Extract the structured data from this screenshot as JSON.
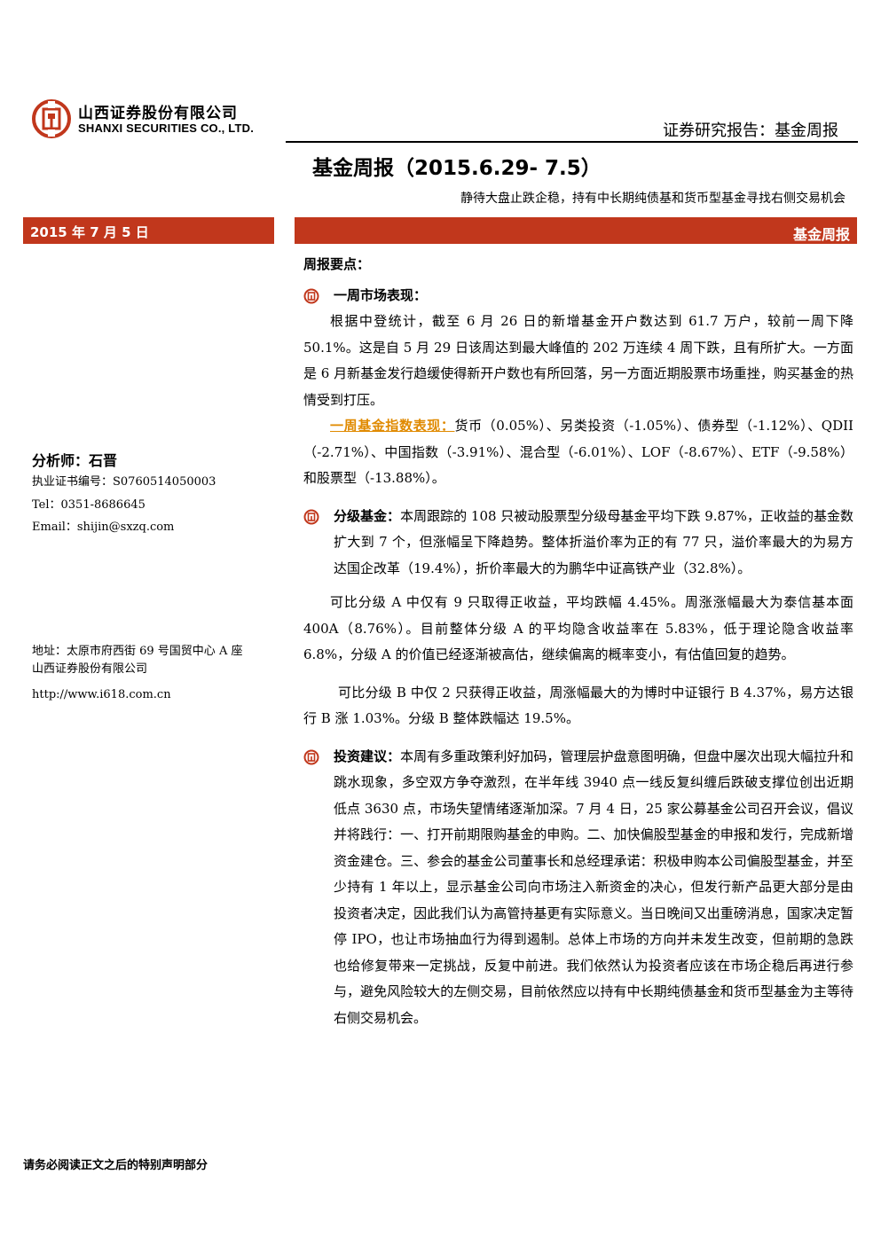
{
  "header": {
    "company_cn": "山西证券股份有限公司",
    "company_en": "SHANXI SECURITIES CO., LTD.",
    "report_type": "证券研究报告：基金周报"
  },
  "title": {
    "main": "基金周报（2015.6.29- 7.5）",
    "subtitle": "静待大盘止跌企稳，持有中长期纯债基和货币型基金寻找右侧交易机会"
  },
  "date_bar": {
    "date": "2015 年 7 月 5 日",
    "label": "基金周报"
  },
  "sidebar": {
    "analyst": "分析师：石晋",
    "cert": "执业证书编号：S0760514050003",
    "tel": "Tel：0351-8686645",
    "email": "Email：shijin@sxzq.com",
    "address_line1": "地址：太原市府西街 69 号国贸中心 A 座",
    "address_line2": "山西证券股份有限公司",
    "website": "http://www.i618.com.cn"
  },
  "content": {
    "keypoints_title": "周报要点：",
    "section1_title": "一周市场表现：",
    "section1_p1": "根据中登统计，截至 6 月 26 日的新增基金开户数达到 61.7 万户，较前一周下降 50.1%。这是自 5 月 29 日该周达到最大峰值的 202 万连续 4 周下跌，且有所扩大。一方面是 6 月新基金发行趋缓使得新开户数也有所回落，另一方面近期股票市场重挫，购买基金的热情受到打压。",
    "section1_p2_lead": "一周基金指数表现：",
    "section1_p2_body": "货币（0.05%）、另类投资（-1.05%）、债券型（-1.12%）、QDII（-2.71%）、中国指数（-3.91%）、混合型（-6.01%）、LOF（-8.67%）、ETF（-9.58%）和股票型（-13.88%）。",
    "section2_lead": "分级基金：",
    "section2_body": "本周跟踪的 108 只被动股票型分级母基金平均下跌 9.87%，正收益的基金数扩大到 7 个，但涨幅呈下降趋势。整体折溢价率为正的有 77 只，溢价率最大的为易方达国企改革（19.4%），折价率最大的为鹏华中证高铁产业（32.8%）。",
    "section2_p2": "可比分级 A 中仅有 9 只取得正收益，平均跌幅 4.45%。周涨涨幅最大为泰信基本面 400A（8.76%）。目前整体分级 A 的平均隐含收益率在 5.83%，低于理论隐含收益率 6.8%，分级 A 的价值已经逐渐被高估，继续偏离的概率变小，有估值回复的趋势。",
    "section2_p3": "可比分级 B 中仅 2 只获得正收益，周涨幅最大的为博时中证银行 B 4.37%，易方达银行 B 涨 1.03%。分级 B 整体跌幅达 19.5%。",
    "section3_lead": "投资建议：",
    "section3_body": "本周有多重政策利好加码，管理层护盘意图明确，但盘中屡次出现大幅拉升和跳水现象，多空双方争夺激烈，在半年线 3940 点一线反复纠缠后跌破支撑位创出近期低点 3630 点，市场失望情绪逐渐加深。7 月 4 日，25 家公募基金公司召开会议，倡议并将践行：一、打开前期限购基金的申购。二、加快偏股型基金的申报和发行，完成新增资金建仓。三、参会的基金公司董事长和总经理承诺：积极申购本公司偏股型基金，并至少持有 1 年以上，显示基金公司向市场注入新资金的决心，但发行新产品更大部分是由投资者决定，因此我们认为高管持基更有实际意义。当日晚间又出重磅消息，国家决定暂停 IPO，也让市场抽血行为得到遏制。总体上市场的方向并未发生改变，但前期的急跌也给修复带来一定挑战，反复中前进。我们依然认为投资者应该在市场企稳后再进行参与，避免风险较大的左侧交易，目前依然应以持有中长期纯债基金和货币型基金为主等待右侧交易机会。"
  },
  "footer": {
    "disclaimer": "请务必阅读正文之后的特别声明部分"
  },
  "colors": {
    "brand_red": "#c1371c",
    "highlight": "#e08a00"
  }
}
